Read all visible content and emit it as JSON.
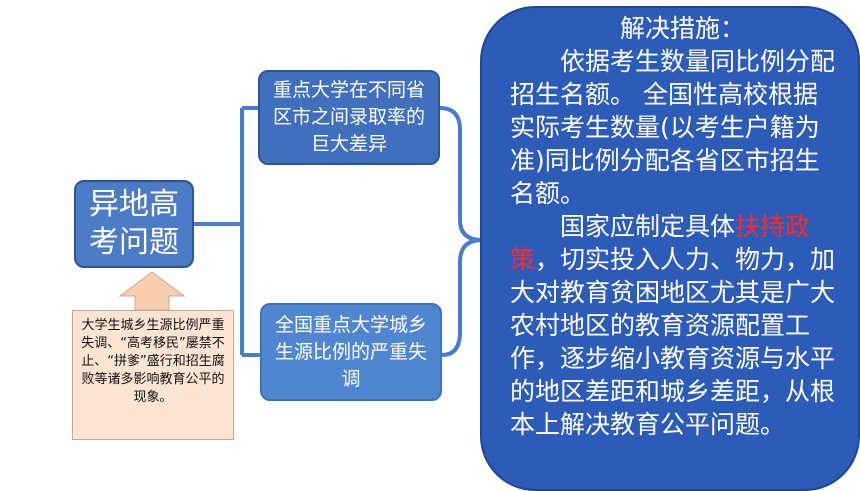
{
  "root": {
    "label": "异地高考问题"
  },
  "branches": [
    {
      "label": "重点大学在不同省区市之间录取率的巨大差异"
    },
    {
      "label": "全国重点大学城乡生源比例的严重失调"
    }
  ],
  "note": {
    "text": "大学生城乡生源比例严重失调、“高考移民”屡禁不止、“拼爹”盛行和招生腐败等诸多影响教育公平的现象。"
  },
  "solution": {
    "title": "解决措施：",
    "para1": "依据考生数量同比例分配招生名额。 全国性高校根据实际考生数量(以考生户籍为准)同比例分配各省区市招生名额。",
    "para2_before": "国家应制定具体",
    "para2_highlight": "扶持政策",
    "para2_after": "，切实投入人力、物力，加大对教育贫困地区尤其是广大农村地区的教育资源配置工作，逐步缩小教育资源与水平的地区差距和城乡差距，从根本上解决教育公平问题。"
  },
  "colors": {
    "box_fill": "#4d7cc6",
    "connector": "#4a7cc9",
    "note_fill": "#fce4d3",
    "arrow_fill": "#f7cfae",
    "solution_fill": "#2d5bb8",
    "highlight": "#ff2a2a"
  }
}
